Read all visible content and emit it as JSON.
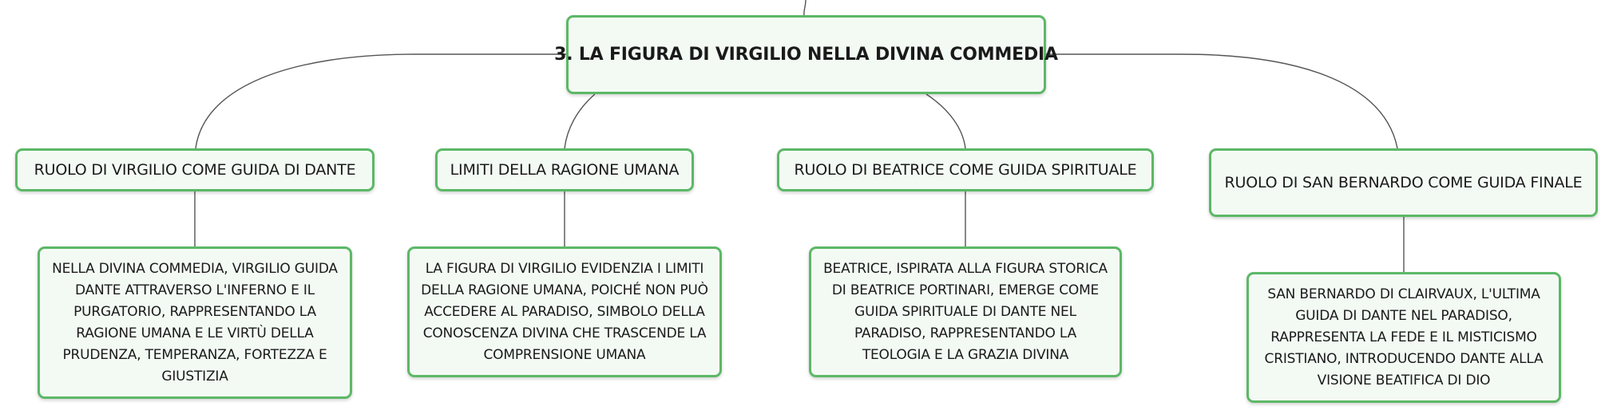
{
  "map": {
    "root": "3. LA FIGURA DI VIRGILIO NELLA DIVINA COMMEDIA",
    "topics": [
      {
        "label": "RUOLO DI VIRGILIO COME GUIDA DI DANTE",
        "detail": "NELLA DIVINA COMMEDIA, VIRGILIO GUIDA DANTE ATTRAVERSO L'INFERNO E IL PURGATORIO, RAPPRESENTANDO LA RAGIONE UMANA E LE VIRTÙ DELLA PRUDENZA, TEMPERANZA, FORTEZZA E GIUSTIZIA"
      },
      {
        "label": "LIMITI DELLA RAGIONE UMANA",
        "detail": "LA FIGURA DI VIRGILIO EVIDENZIA I LIMITI DELLA RAGIONE UMANA, POICHÉ NON PUÒ ACCEDERE AL PARADISO, SIMBOLO DELLA CONOSCENZA DIVINA CHE TRASCENDE LA COMPRENSIONE UMANA"
      },
      {
        "label": "RUOLO DI BEATRICE COME GUIDA SPIRITUALE",
        "detail": "BEATRICE, ISPIRATA ALLA FIGURA STORICA DI BEATRICE PORTINARI, EMERGE COME GUIDA SPIRITUALE DI DANTE NEL PARADISO, RAPPRESENTANDO LA TEOLOGIA E LA GRAZIA DIVINA"
      },
      {
        "label": "RUOLO DI SAN BERNARDO COME GUIDA FINALE",
        "detail": "SAN BERNARDO DI CLAIRVAUX, L'ULTIMA GUIDA DI DANTE NEL PARADISO, RAPPRESENTA LA FEDE E IL MISTICISMO CRISTIANO, INTRODUCENDO DANTE ALLA VISIONE BEATIFICA DI DIO"
      }
    ]
  },
  "colors": {
    "node_border": "#5cb866",
    "node_fill": "#f3faf4",
    "connector": "#555555"
  }
}
